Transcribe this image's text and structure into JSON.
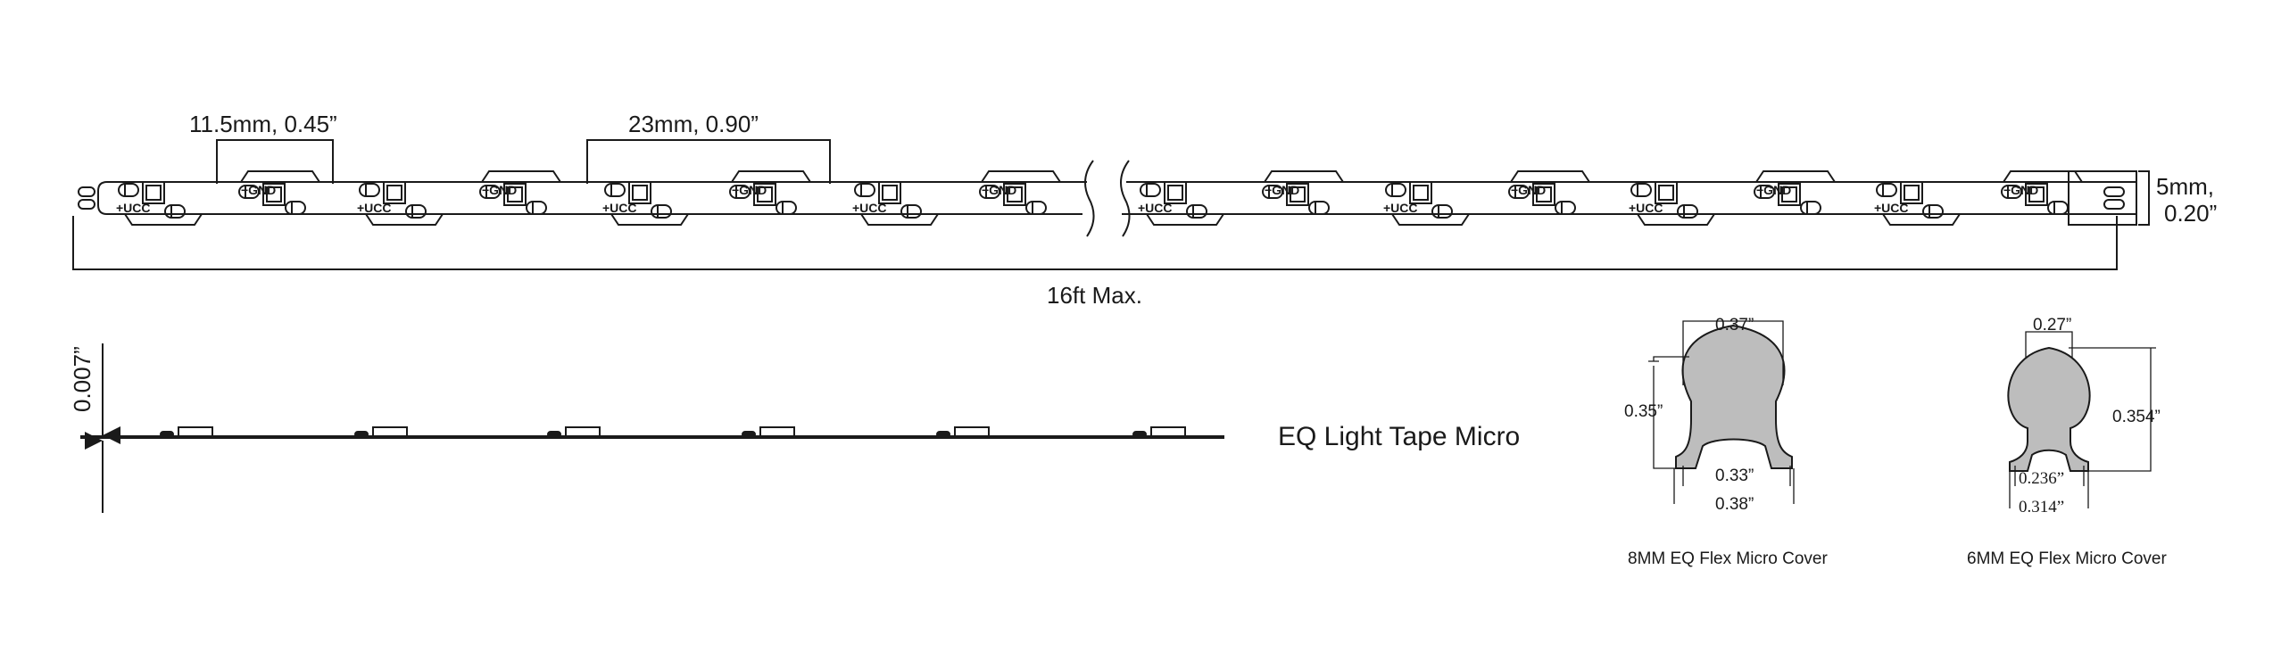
{
  "top_view": {
    "dim_cut_segment": "11.5mm, 0.45”",
    "dim_led_pair": "23mm, 0.90”",
    "length_label": "16ft Max.",
    "width_mm": "5mm,",
    "width_in": "0.20”",
    "pad_positive": "+UCC",
    "pad_negative": "−GND"
  },
  "side_view": {
    "thickness": "0.007”",
    "title": "EQ Light Tape Micro"
  },
  "cover_8mm": {
    "top_width": "0.37”",
    "height": "0.35”",
    "inner_width": "0.33”",
    "base_width": "0.38”",
    "caption": "8MM EQ Flex Micro Cover"
  },
  "cover_6mm": {
    "top_width": "0.27”",
    "height": "0.354”",
    "inner_width": "0.236”",
    "base_width": "0.314”",
    "caption": "6MM EQ Flex Micro Cover"
  },
  "colors": {
    "line": "#1a1a1a",
    "cover_fill": "#bdbdbd"
  }
}
